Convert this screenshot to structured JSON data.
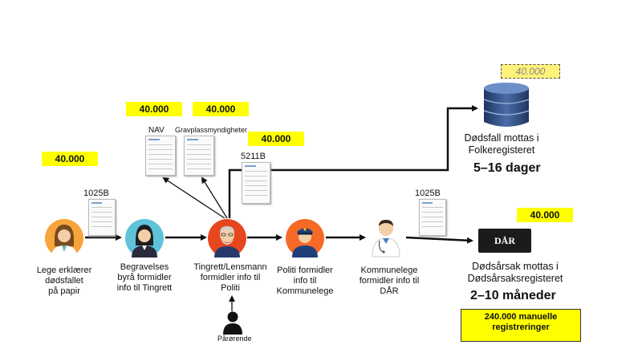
{
  "amounts": {
    "lege": "40.000",
    "nav": "40.000",
    "grav": "40.000",
    "tingrett": "40.000",
    "folkereg": "40.000",
    "dar": "40.000"
  },
  "docs": {
    "d1025b_left": "1025B",
    "d5211b": "5211B",
    "d1025b_right": "1025B",
    "nav": "NAV",
    "grav": "Gravplassmyndigheter"
  },
  "actors": {
    "lege": "Lege erklærer\ndødsfallet\npå papir",
    "begravelse": "Begravelses\nbyrå formidler\ninfo til Tingrett",
    "tingrett": "Tingrett/Lensmann\nformidler info til\nPoliti",
    "politi": "Politi formidler\ninfo til\nKommunelege",
    "kommunelege": "Kommunelege\nformidler info til\nDÅR",
    "parorende": "Pårørende"
  },
  "registers": {
    "folkereg_text": "Dødsfall mottas i\nFolkeregisteret",
    "folkereg_time": "5–16 dager",
    "dar_logo": "DÅR",
    "dar_text": "Dødsårsak mottas i\nDødsårsaksregisteret",
    "dar_time": "2–10 måneder",
    "manual": "240.000 manuelle\nregistreringer"
  },
  "colors": {
    "yellow": "#ffff00",
    "lege_circle": "#f7a43b",
    "begravelse_circle": "#5ec3d8",
    "tingrett_circle": "#e8461e",
    "politi_circle": "#f46a26",
    "db_blue": "#2f4f86"
  }
}
